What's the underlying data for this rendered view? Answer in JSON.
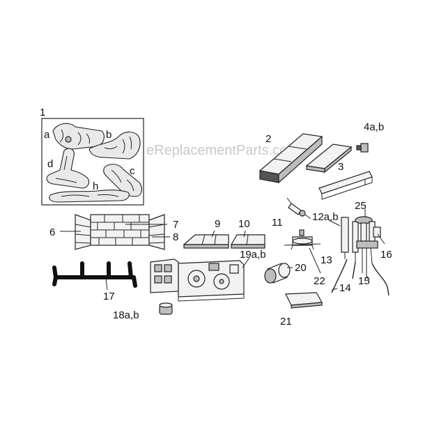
{
  "watermark": "eReplacementParts.com",
  "labels": {
    "p1": "1",
    "a": "a",
    "b": "b",
    "c": "c",
    "d": "d",
    "h": "h",
    "p2": "2",
    "p3": "3",
    "p4": "4a,b",
    "p25": "25",
    "p6": "6",
    "p7": "7",
    "p8": "8",
    "p9": "9",
    "p10": "10",
    "p11": "11",
    "p12": "12a,b",
    "p13": "13",
    "p14": "14",
    "p15": "15",
    "p16": "16",
    "p17": "17",
    "p18": "18a,b",
    "p19": "19a,b",
    "p20": "20",
    "p21": "21",
    "p22": "22"
  }
}
